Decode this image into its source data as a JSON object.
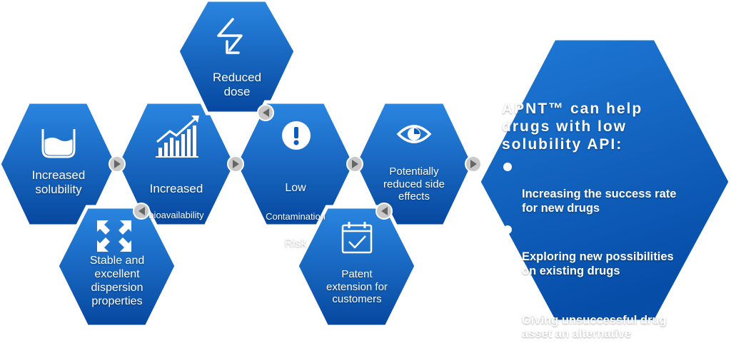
{
  "colors": {
    "hex_fill_light": "#2a86e0",
    "hex_fill_dark": "#06479f",
    "hex_border": "#ffffff",
    "arrow_badge": "#c9c9c9",
    "arrow_triangle": "#666666",
    "text": "#ffffff"
  },
  "hexes": {
    "increased_solubility": {
      "label": "Increased\nsolubility",
      "icon": "beaker-icon"
    },
    "increased_bioavailability": {
      "label_main": "Increased",
      "label_small": "bioavailability",
      "icon": "rising-bar-chart-icon"
    },
    "reduced_dose": {
      "label": "Reduced\ndose",
      "icon": "lightning-arrow-down-icon"
    },
    "low_contamination_risk": {
      "label_top": "Low",
      "label_small": "Contamination",
      "label_bottom": "Risk",
      "icon": "exclamation-circle-icon"
    },
    "reduced_side_effects": {
      "label": "Potentially\nreduced side\neffects",
      "icon": "eye-icon"
    },
    "stable_dispersion": {
      "label": "Stable and\nexcellent\ndispersion\nproperties",
      "icon": "expand-arrows-icon"
    },
    "patent_extension": {
      "label": "Patent\nextension for\ncustomers",
      "icon": "calendar-check-icon"
    }
  },
  "panel": {
    "title": "APNT™ can help\ndrugs with low\nsolubility API:",
    "bullets": [
      "Increasing the success rate\nfor new drugs",
      "Exploring new possibilities\non existing drugs",
      "Giving unsuccessful drug\nasset an alternative"
    ]
  }
}
